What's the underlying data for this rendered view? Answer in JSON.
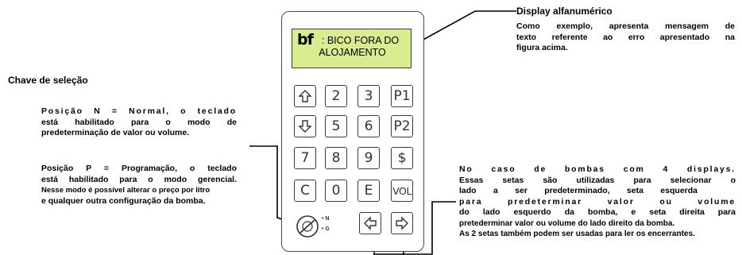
{
  "display": {
    "logo": "bf",
    "line1": ": BICO FORA DO",
    "line2": "ALOJAMENTO"
  },
  "keys": {
    "up_arrow_icon": "arrow-up-icon",
    "k2": "2",
    "k3": "3",
    "p1": "P1",
    "down_arrow_icon": "arrow-down-icon",
    "k5": "5",
    "k6": "6",
    "p2": "P2",
    "k7": "7",
    "k8": "8",
    "k9": "9",
    "dollar": "$",
    "c": "C",
    "k0": "0",
    "e": "E",
    "vol": "VOL",
    "left_arrow_icon": "arrow-left-icon",
    "right_arrow_icon": "arrow-right-icon"
  },
  "selector": {
    "n": "N",
    "g": "G",
    "icon": "key-switch-icon"
  },
  "annotations": {
    "display_title": "Display alfanumérico",
    "display_desc": [
      "Como exemplo, apresenta mensagem de",
      "texto referente ao erro apresentado na",
      "figura acima."
    ],
    "switch_title": "Chave de seleção",
    "pos_n": [
      "Posição N = Normal, o teclado",
      "está habilitado para o modo de",
      "predeterminação de valor ou volume."
    ],
    "pos_p": [
      "Posição P = Programação, o teclado",
      "está habilitado para o modo gerencial.",
      "Nesse modo é possível alterar o preço por litro",
      "e qualquer outra configuração da bomba."
    ],
    "arrows": [
      "No caso de bombas com 4 displays.",
      "Essas setas são utilizadas para selecionar o",
      "lado a ser predeterminado, seta esquerda",
      "para predeterminar valor ou volume",
      "do lado esquerdo da bomba, e seta direita para",
      "pretederminar valor ou volume do lado direito da bomba.",
      "As 2 setas também podem ser usadas para ler os encerrantes."
    ]
  }
}
